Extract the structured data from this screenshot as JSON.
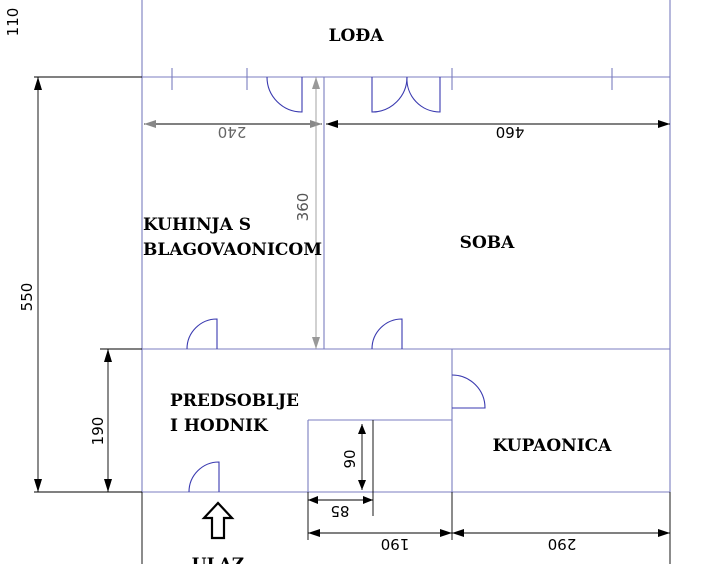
{
  "rooms": {
    "loda": "LOĐA",
    "kuhinja_line1": "KUHINJA S",
    "kuhinja_line2": "BLAGOVAONICOM",
    "soba": "SOBA",
    "predsoblje_line1": "PREDSOBLJE",
    "predsoblje_line2": "I HODNIK",
    "kupaonica": "KUPAONICA",
    "ulaz": "ULAZ"
  },
  "dimensions": {
    "d110": "110",
    "d550": "550",
    "d240": "240",
    "d460": "460",
    "d360": "360",
    "d190_left": "190",
    "d90": "90",
    "d85": "85",
    "d190_bottom": "190",
    "d290": "290"
  },
  "colors": {
    "wall": "#7b7dc0",
    "door": "#3a3ab0",
    "dimension": "#000000"
  }
}
